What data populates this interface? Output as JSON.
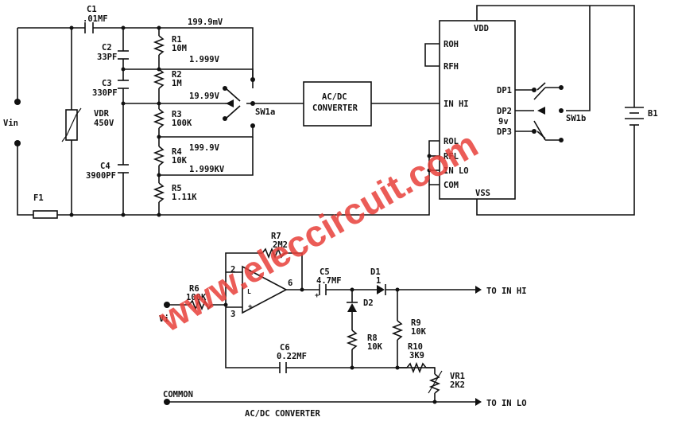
{
  "watermark": "www.eleccircuit.com",
  "top": {
    "c1": {
      "name": "C1",
      "value": ".01MF"
    },
    "vin": "Vin",
    "vdr": {
      "name": "VDR",
      "value": "450V"
    },
    "f1": "F1",
    "c2": {
      "name": "C2",
      "value": "33PF"
    },
    "c3": {
      "name": "C3",
      "value": "330PF"
    },
    "c4": {
      "name": "C4",
      "value": "3900PF"
    },
    "r1": {
      "name": "R1",
      "value": "10M"
    },
    "r2": {
      "name": "R2",
      "value": "1M"
    },
    "r3": {
      "name": "R3",
      "value": "100K"
    },
    "r4": {
      "name": "R4",
      "value": "10K"
    },
    "r5": {
      "name": "R5",
      "value": "1.11K"
    },
    "ranges": [
      "199.9mV",
      "1.999V",
      "19.99V",
      "199.9V",
      "1.999KV"
    ],
    "sw1a": "SW1a",
    "converter": [
      "AC/DC",
      "CONVERTER"
    ],
    "ic": {
      "vdd": "VDD",
      "vss": "VSS",
      "left_pins": [
        "ROH",
        "RFH",
        "IN HI",
        "ROL",
        "RFL",
        "IN LO",
        "COM"
      ],
      "right_pins": [
        "DP1",
        "DP2",
        "9v",
        "DP3"
      ]
    },
    "sw1b": "SW1b",
    "b1": "B1"
  },
  "bottom": {
    "r7": {
      "name": "R7",
      "value": "2M2"
    },
    "r6": {
      "name": "R6",
      "value": "100K"
    },
    "vi": "Vi",
    "pins": [
      "2",
      "3",
      "6"
    ],
    "c5": {
      "name": "C5",
      "value": "4.7MF"
    },
    "c6": {
      "name": "C6",
      "value": "0.22MF"
    },
    "d1": {
      "name": "D1",
      "value": "1"
    },
    "d2": "D2",
    "r8": {
      "name": "R8",
      "value": "10K"
    },
    "r9": {
      "name": "R9",
      "value": "10K"
    },
    "r10": {
      "name": "R10",
      "value": "3K9"
    },
    "vr1": {
      "name": "VR1",
      "value": "2K2"
    },
    "to_in_hi": "TO IN HI",
    "to_in_lo": "TO IN LO",
    "common": "COMMON",
    "caption": "AC/DC CONVERTER"
  }
}
